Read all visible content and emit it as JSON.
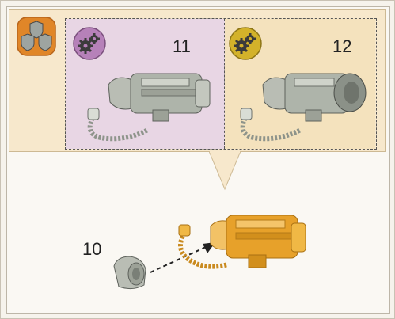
{
  "panels": [
    {
      "label": "11",
      "icon": "gears-purple-icon",
      "bg": "#e8d6e4",
      "badge": "#b681b9"
    },
    {
      "label": "12",
      "icon": "gears-yellow-icon",
      "bg": "#f4e2bd",
      "badge": "#d3b22a"
    }
  ],
  "main_step": {
    "label": "10"
  },
  "colors": {
    "callout_bg": "#f7e8cc",
    "set_badge": "#e08628",
    "part_grey": "#aeb4aa",
    "part_orange": "#e7a12a"
  },
  "set_badge_icon": "three-shields-icon",
  "arrow": "dashed-arrow-icon"
}
